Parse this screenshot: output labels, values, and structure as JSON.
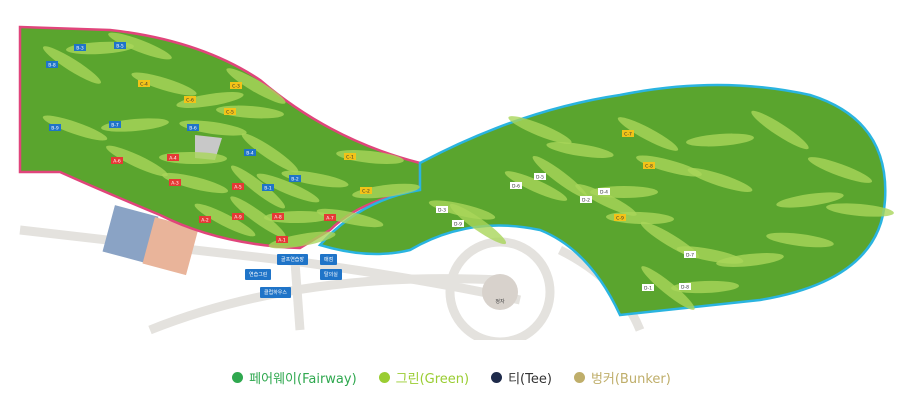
{
  "map": {
    "facilities": [
      "골프연습장",
      "매점",
      "연습그린",
      "탈의실",
      "클럽하우스"
    ],
    "pavilion_label": "정자",
    "course_a_holes": [
      "A-1",
      "A-2",
      "A-3",
      "A-4",
      "A-5",
      "A-6",
      "A-7",
      "A-8",
      "A-9"
    ],
    "course_b_holes": [
      "B-1",
      "B-2",
      "B-3",
      "B-4",
      "B-5",
      "B-6",
      "B-7",
      "B-8",
      "B-9"
    ],
    "course_c_holes": [
      "C-1",
      "C-2",
      "C-3",
      "C-4",
      "C-5",
      "C-6",
      "C-7",
      "C-8",
      "C-9"
    ],
    "course_d_holes": [
      "D-1",
      "D-2",
      "D-3",
      "D-4",
      "D-5",
      "D-6",
      "D-7",
      "D-8",
      "D-9"
    ],
    "colors": {
      "west_border": "#e0457b",
      "east_border": "#2ab4e0",
      "turf": "#5aa52e",
      "hole_a": "#e53935",
      "hole_b": "#1f74c8",
      "hole_c": "#f2c318",
      "hole_d": "#ffffff"
    }
  },
  "legend": [
    {
      "label": "페어웨이(Fairway)",
      "color": "#2fa84f"
    },
    {
      "label": "그린(Green)",
      "color": "#9acd32"
    },
    {
      "label": "티(Tee)",
      "color": "#1e2a4a"
    },
    {
      "label": "벙커(Bunker)",
      "color": "#bfae6a"
    }
  ]
}
